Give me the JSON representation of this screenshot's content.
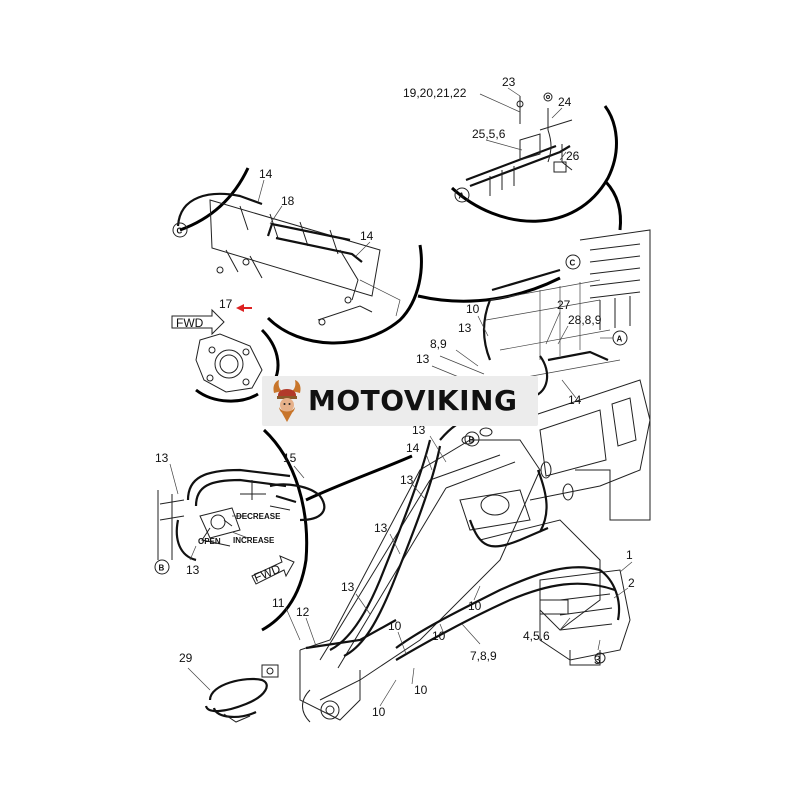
{
  "watermark": {
    "text": "MOTOVIKING",
    "logo_icon": "viking-helmet-icon"
  },
  "callouts": {
    "c23": "23",
    "c19_22": "19,20,21,22",
    "c24": "24",
    "c25_5_6": "25,5,6",
    "c26": "26",
    "c14a": "14",
    "c18": "18",
    "c14b": "14",
    "c17": "17",
    "c10a": "10",
    "c27": "27",
    "c13a": "13",
    "c28_8_9": "28,8,9",
    "c8_9": "8,9",
    "c13b": "13",
    "c14c": "14",
    "c13c": "13",
    "c14d": "14",
    "c13d": "13",
    "c15": "15",
    "c13e": "13",
    "c13f": "13",
    "c13g": "13",
    "c13h": "13",
    "c1": "1",
    "c2": "2",
    "c11": "11",
    "c12": "12",
    "c10b": "10",
    "c10c": "10",
    "c4_5_6": "4,5,6",
    "c3": "3",
    "c10d": "10",
    "c7_8_9": "7,8,9",
    "c29": "29",
    "c10e": "10",
    "c10f": "10"
  },
  "refs": {
    "A1": "A",
    "A2": "A",
    "B1": "B",
    "B2": "B",
    "C1": "C",
    "C2": "C"
  },
  "fwd": {
    "fwd1": "FWD",
    "fwd2": "FWD"
  },
  "valve_labels": {
    "decrease": "DECREASE",
    "increase": "INCREASE",
    "open": "OPEN"
  }
}
